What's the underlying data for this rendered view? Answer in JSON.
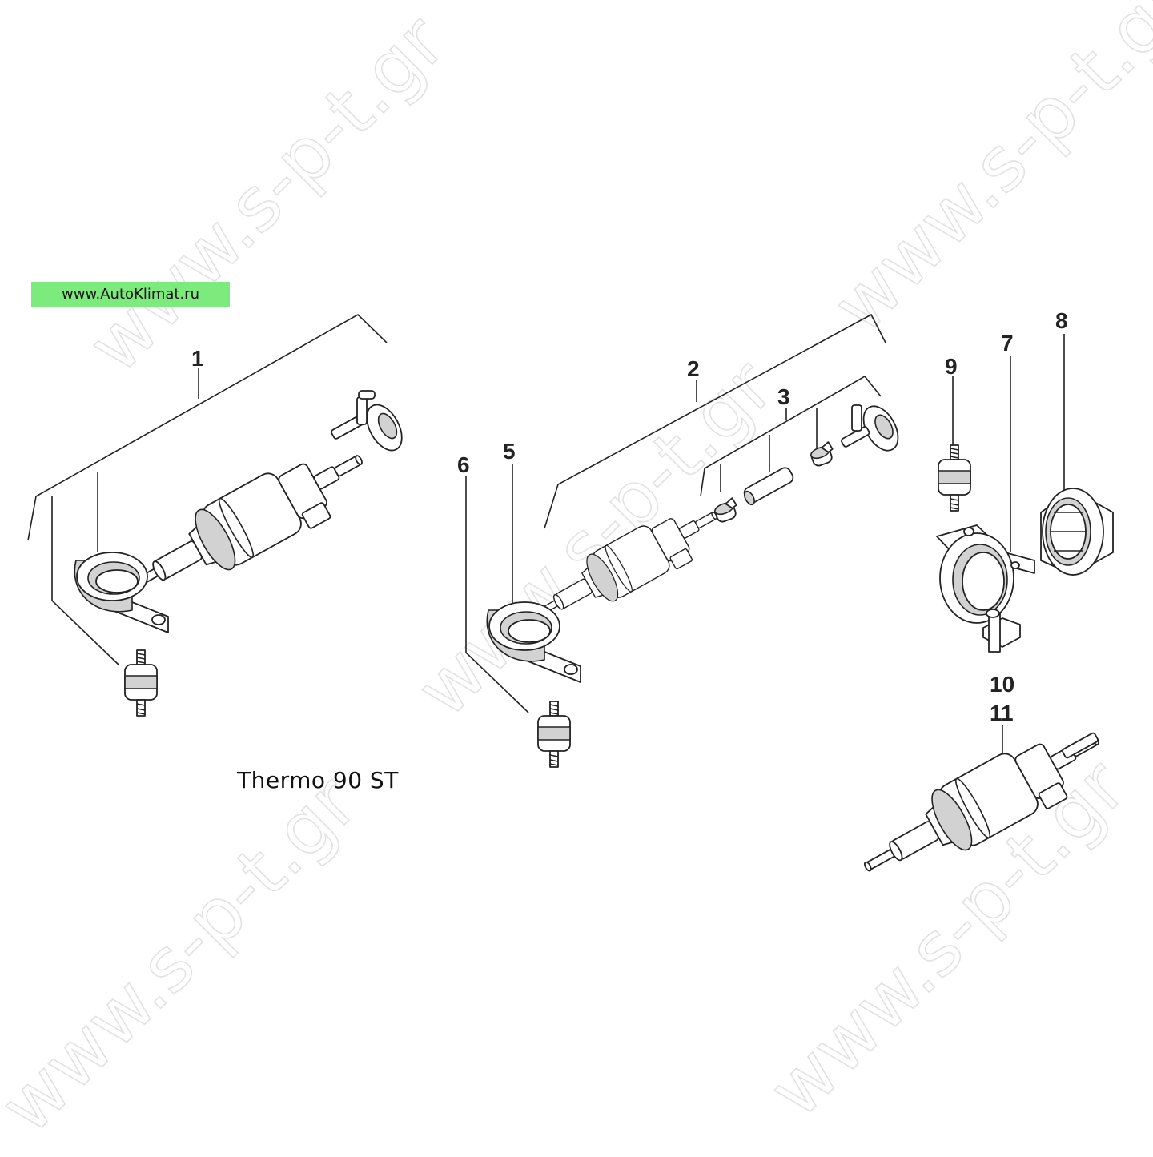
{
  "header": {
    "site_label": "www.AutoKlimat.ru"
  },
  "title": "Thermo 90 ST",
  "watermark": {
    "text": "www.s-p-t.gr"
  },
  "callouts": [
    "1",
    "2",
    "3",
    "5",
    "6",
    "7",
    "8",
    "9",
    "10",
    "11"
  ],
  "colors": {
    "badge": "#7dea7d",
    "ink": "#222222",
    "watermark": "#e2e2e2"
  }
}
